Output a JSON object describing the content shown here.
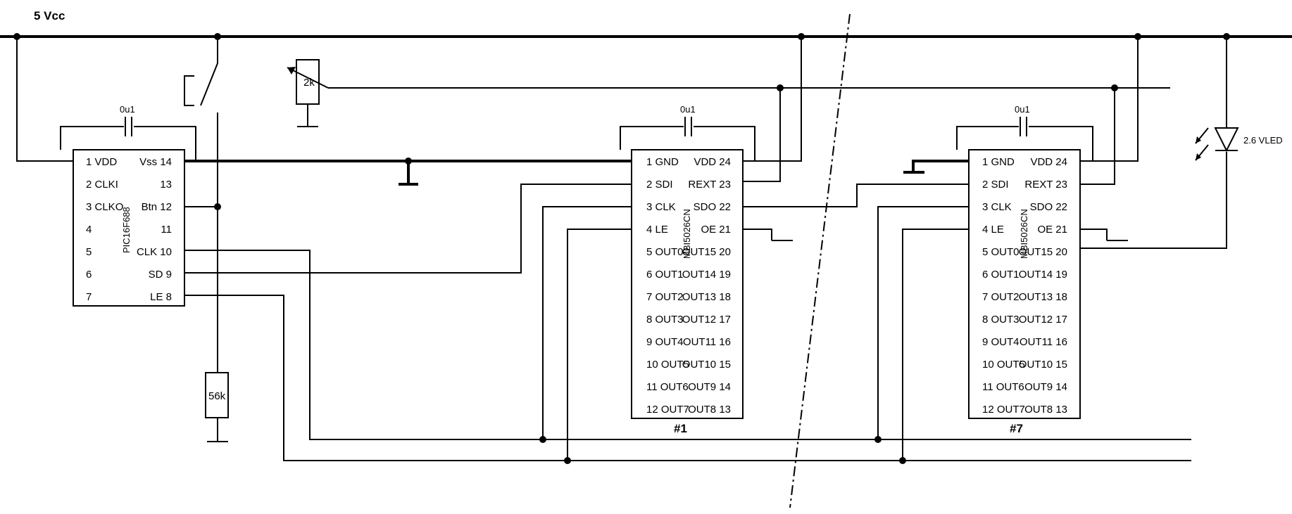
{
  "supply_label": "5 Vcc",
  "capacitor_label": "0u1",
  "pot_label": "2k",
  "resistor_label": "56k",
  "led_label": "2.6 VLED",
  "pic": {
    "name": "PIC16F688",
    "left_pins": [
      "1 VDD",
      "2 CLKI",
      "3 CLKO",
      "4",
      "5",
      "6",
      "7"
    ],
    "right_pins": [
      "Vss 14",
      "13",
      "Btn 12",
      "11",
      "CLK 10",
      "SD 9",
      "LE 8"
    ]
  },
  "drivers": [
    {
      "name": "MBI5026CN",
      "caption": "#1",
      "left_pins": [
        "1 GND",
        "2 SDI",
        "3 CLK",
        "4 LE",
        "5 OUT0",
        "6 OUT1",
        "7 OUT2",
        "8 OUT3",
        "9 OUT4",
        "10 OUT5",
        "11 OUT6",
        "12 OUT7"
      ],
      "right_pins": [
        "VDD 24",
        "REXT 23",
        "SDO 22",
        "OE 21",
        "OUT15 20",
        "OUT14 19",
        "OUT13 18",
        "OUT12 17",
        "OUT11 16",
        "OUT10 15",
        "OUT9 14",
        "OUT8 13"
      ]
    },
    {
      "name": "MBI5026CN",
      "caption": "#7",
      "left_pins": [
        "1 GND",
        "2 SDI",
        "3 CLK",
        "4 LE",
        "5 OUT0",
        "6 OUT1",
        "7 OUT2",
        "8 OUT3",
        "9 OUT4",
        "10 OUT5",
        "11 OUT6",
        "12 OUT7"
      ],
      "right_pins": [
        "VDD 24",
        "REXT 23",
        "SDO 22",
        "OE 21",
        "OUT15 20",
        "OUT14 19",
        "OUT13 18",
        "OUT12 17",
        "OUT11 16",
        "OUT10 15",
        "OUT9 14",
        "OUT8 13"
      ]
    }
  ]
}
